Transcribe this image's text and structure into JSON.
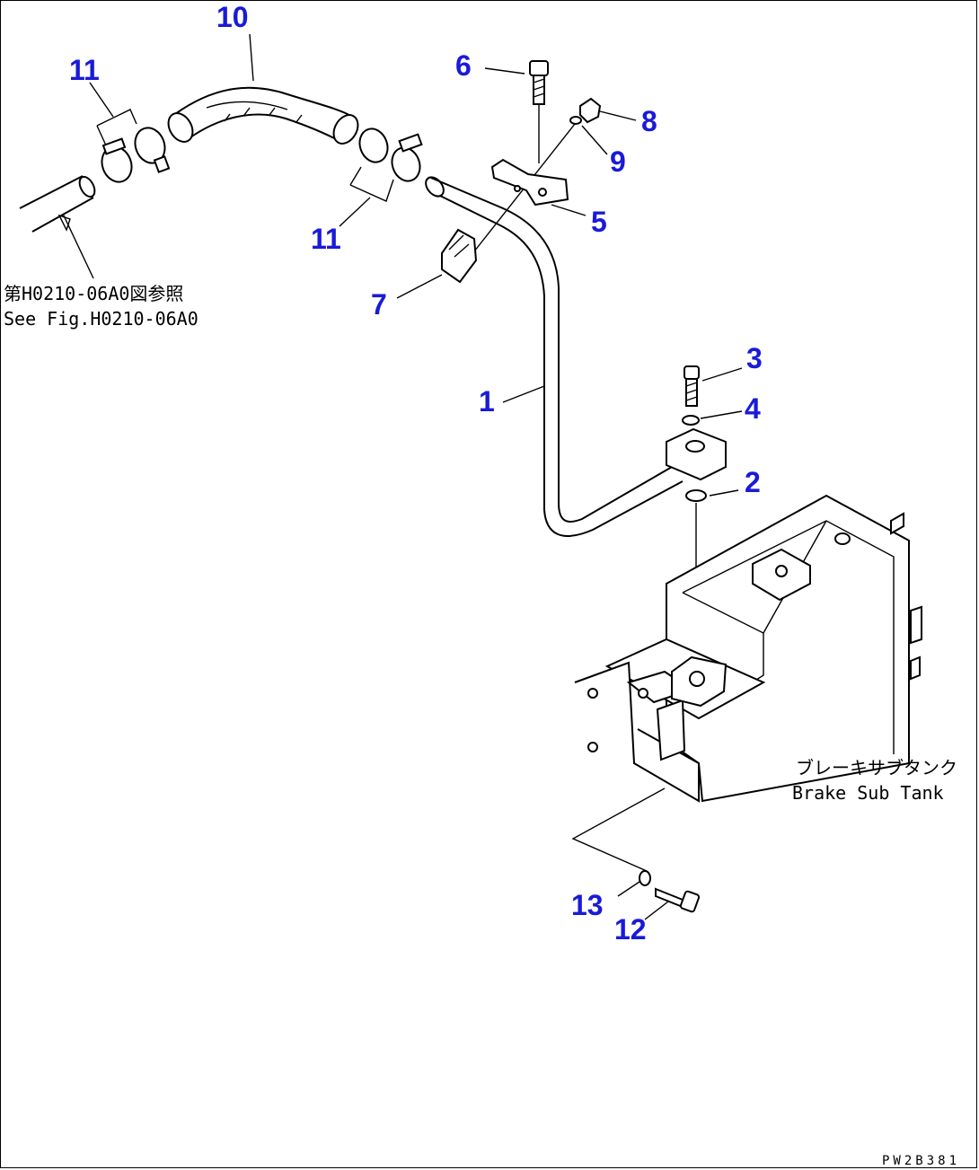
{
  "callouts": {
    "n1": "1",
    "n2": "2",
    "n3": "3",
    "n4": "4",
    "n5": "5",
    "n6": "6",
    "n7": "7",
    "n8": "8",
    "n9": "9",
    "n10": "10",
    "n11a": "11",
    "n11b": "11",
    "n12": "12",
    "n13": "13"
  },
  "reference_note": {
    "line1": "第H0210-06A0図参照",
    "line2": "See Fig.H0210-06A0"
  },
  "tank_label": {
    "jp": "ブレーキサブタンク",
    "en": "Brake Sub Tank"
  },
  "drawing_code": "PW2B381",
  "colors": {
    "callout": "#1a1ad8",
    "line": "#000000"
  }
}
